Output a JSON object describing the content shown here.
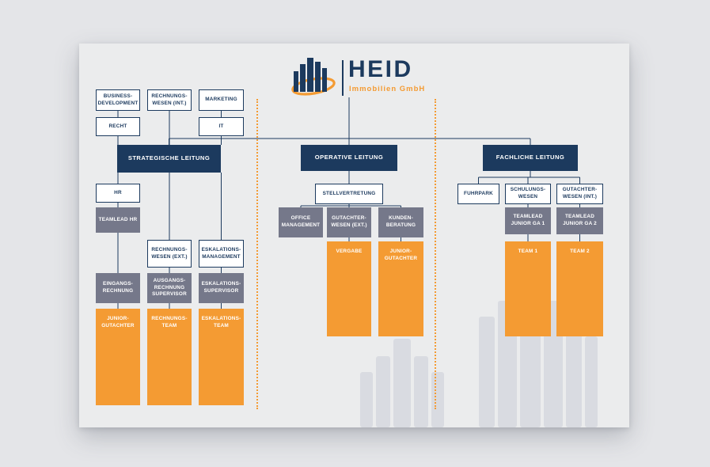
{
  "logo": {
    "brand": "HEID",
    "subtitle": "Immobilien GmbH"
  },
  "colors": {
    "navy": "#1c3a5e",
    "orange": "#f49b33",
    "slate_gray": "#75788a",
    "card_bg": "#ebeced"
  },
  "strategisch": {
    "header": "STRATEGISCHE LEITUNG",
    "business_dev": "BUSINESS-DEVELOPMENT",
    "rechnungswesen_int": "RECHNUNGS-WESEN (INT.)",
    "marketing": "MARKETING",
    "recht": "RECHT",
    "it": "IT",
    "hr": "HR",
    "teamlead_hr": "TEAMLEAD HR",
    "rechnungswesen_ext": "RECHNUNGS-WESEN (EXT.)",
    "eskalationsmanagement": "ESKALATIONS-MANAGEMENT",
    "eingangsrechnung": "EINGANGS-RECHNUNG",
    "ausgangsrechnung_supervisor": "AUSGANGS-RECHNUNG SUPERVISOR",
    "eskalations_supervisor": "ESKALATIONS-SUPERVISOR",
    "junior_gutachter": "JUNIOR-GUTACHTER",
    "rechnungs_team": "RECHNUNGS-TEAM",
    "eskalations_team": "ESKALATIONS-TEAM"
  },
  "operativ": {
    "header": "OPERATIVE LEITUNG",
    "stellvertretung": "STELLVERTRETUNG",
    "office_management": "OFFICE MANAGEMENT",
    "gutachterwesen_ext": "GUTACHTER-WESEN (EXT.)",
    "kundenberatung": "KUNDEN-BERATUNG",
    "vergabe": "VERGABE",
    "junior_gutachter": "JUNIOR-GUTACHTER"
  },
  "fachlich": {
    "header": "FACHLICHE LEITUNG",
    "fuhrpark": "FUHRPARK",
    "schulungswesen": "SCHULUNGS-WESEN",
    "gutachterwesen_int": "GUTACHTER-WESEN (INT.)",
    "teamlead_junior_ga1": "TEAMLEAD JUNIOR GA 1",
    "teamlead_junior_ga2": "TEAMLEAD JUNIOR GA 2",
    "team1": "TEAM 1",
    "team2": "TEAM 2"
  }
}
